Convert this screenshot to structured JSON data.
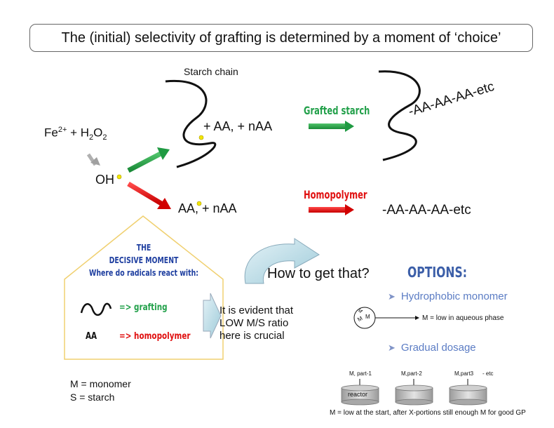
{
  "title": "The (initial) selectivity of grafting is determined by a moment of ‘choice’",
  "reaction": {
    "fe_prefix": "Fe",
    "fe_sup": "2+",
    "plus_h": " + H",
    "sub1": "2",
    "o": "O",
    "sub2": "2",
    "radical": "OH",
    "starch_label": "Starch chain",
    "upper_reagents": "+ AA,  + nAA",
    "lower_aa": "AA",
    "lower_rest": ",  + nAA",
    "grafted_label": "Grafted starch",
    "grafted_product": "-AA-AA-AA-etc",
    "homopolymer_label": "Homopolymer",
    "homopolymer_product": "-AA-AA-AA-etc"
  },
  "decisive": {
    "line1": "THE",
    "line2": "DECISIVE MOMENT",
    "line3": "Where do radicals react with:",
    "grafting": "=> grafting",
    "aa": "AA",
    "homopolymer": "=> homopolymer"
  },
  "evident_text": [
    "It is evident that",
    "LOW M/S ratio",
    "here is crucial"
  ],
  "question": "How to get that?",
  "options": {
    "heading": "OPTIONS:",
    "item1": "Hydrophobic monomer",
    "item2": "Gradual dosage",
    "micelle_m1": "M",
    "micelle_m2": "M",
    "micelle_m3": "M",
    "micelle_note": "M = low in aqueous phase",
    "parts": [
      "M, part-1",
      "M,part-2",
      "M,part3"
    ],
    "etc": "- etc",
    "reactor": "reactor",
    "footer": "M = low at the start, after X-portions  still enough  M for good GP"
  },
  "legend": [
    "M = monomer",
    "S = starch"
  ],
  "colors": {
    "green": "#22a04a",
    "red": "#e01010",
    "yellow_dot": "#f2e600",
    "house_border": "#f0d070",
    "house_text": "#1f3fa0",
    "options_blue": "#3b5ea8",
    "cyan_arrow": "#bfe0ea"
  }
}
